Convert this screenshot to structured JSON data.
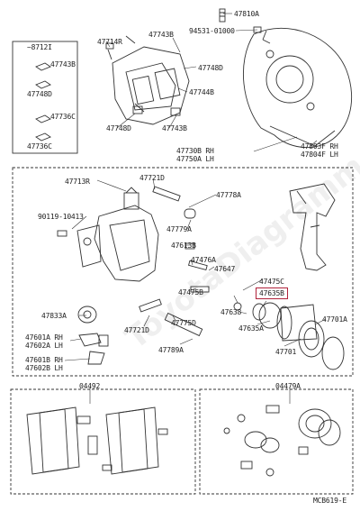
{
  "labels": {
    "l47810A": "47810A",
    "l94531": "94531-01000",
    "l47714R": "47714R",
    "l47743B_top": "47743B",
    "l8712": "~8712I",
    "l47743B_box": "47743B",
    "l47748D_box": "47748D",
    "l47736C_box": "47736C",
    "l47736C_box2": "47736C",
    "l47748D_mid": "47748D",
    "l47744B": "47744B",
    "l47748D_low": "47748D",
    "l47743B_low": "47743B",
    "l47730B": "47730B",
    "l47730B_sfx": "RH",
    "l47750A": "47750A",
    "l47750A_sfx": "LH",
    "l47803F": "47803F",
    "l47803F_sfx": "RH",
    "l47804F": "47804F",
    "l47804F_sfx": "LH",
    "l47713R": "47713R",
    "l47721D_top": "47721D",
    "l47778A": "47778A",
    "l90119": "90119-10413",
    "l47779A": "47779A",
    "l47613B": "47613B",
    "l47476A": "47476A",
    "l47647": "47647",
    "l47475C": "47475C",
    "l47475B": "47475B",
    "l47635B": "47635B",
    "l47833A": "47833A",
    "l47638": "47638",
    "l47635A": "47635A",
    "l47701A": "47701A",
    "l47721D_low": "47721D",
    "l47775D": "47775D",
    "l47601A": "47601A",
    "l47601A_sfx": "RH",
    "l47602A": "47602A",
    "l47602A_sfx": "LH",
    "l47789A": "47789A",
    "l47701": "47701",
    "l47601B": "47601B",
    "l47601B_sfx": "RH",
    "l47602B": "47602B",
    "l47602B_sfx": "LH",
    "l04492": "04492",
    "l04479A": "04479A",
    "code": "MCB619-E"
  },
  "highlight_part": "47635B",
  "watermark": "ToyotaDiagramm",
  "colors": {
    "ink": "#222222",
    "highlight": "#b0223a",
    "background": "#ffffff"
  }
}
